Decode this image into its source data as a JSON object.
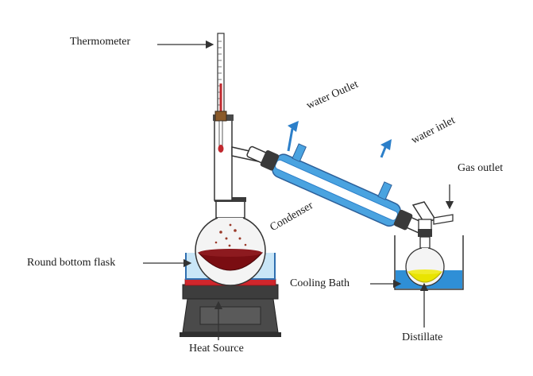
{
  "labels": {
    "thermometer": "Thermometer",
    "water_outlet": "water Outlet",
    "water_inlet": "water inlet",
    "gas_outlet": "Gas outlet",
    "condenser": "Condenser",
    "round_bottom_flask": "Round bottom flask",
    "cooling_bath": "Cooling Bath",
    "heat_source": "Heat Source",
    "distillate": "Distillate"
  },
  "colors": {
    "glass_outline": "#333333",
    "water_blue": "#4aa3e0",
    "coolant_blue": "#2c7fc9",
    "liquid_dark_red": "#7a0d12",
    "mercury_red": "#c0282e",
    "heater_grey": "#4a4a4a",
    "heater_coil_red": "#d0262c",
    "distillate_yellow": "#e9e400",
    "bath_blue": "#2f8fd6"
  }
}
